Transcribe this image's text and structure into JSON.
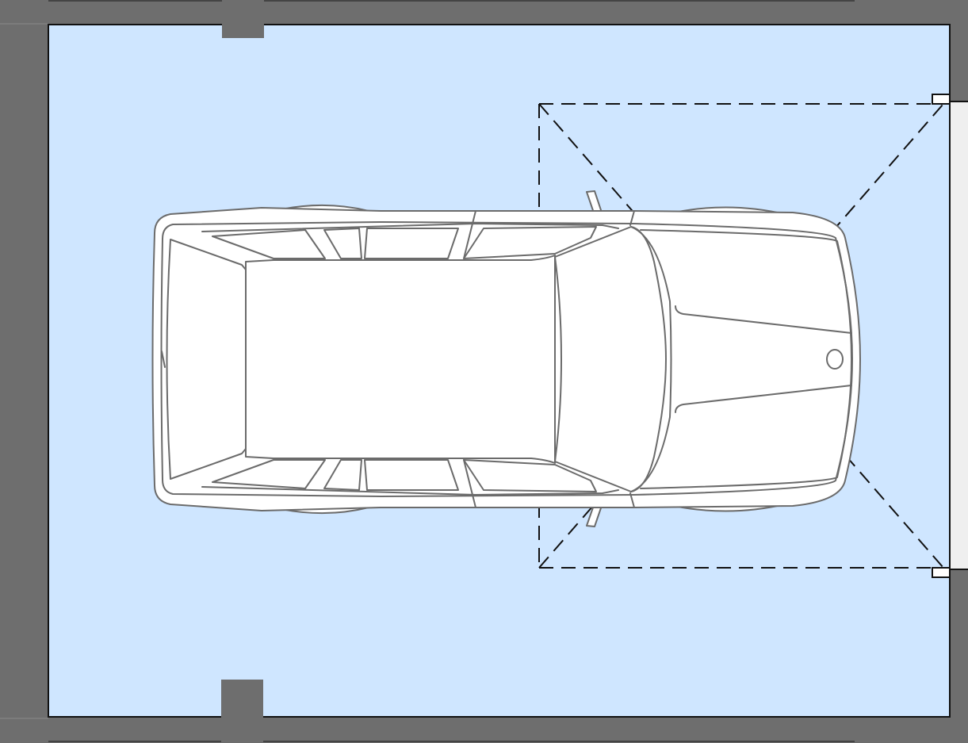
{
  "colors": {
    "wall": "#6e6e6e",
    "floor": "#cfe6ff",
    "outline": "#1a1a1a",
    "car_fill": "#ffffff",
    "car_stroke": "#6b6b6b",
    "door_swing": "#111111",
    "door_leaf": "#efefef"
  },
  "elements": {
    "walls": "garage-walls",
    "floor": "garage-floor",
    "columns": [
      "column-top",
      "column-bottom"
    ],
    "car": "car-top-view",
    "door": "garage-door-opening"
  }
}
